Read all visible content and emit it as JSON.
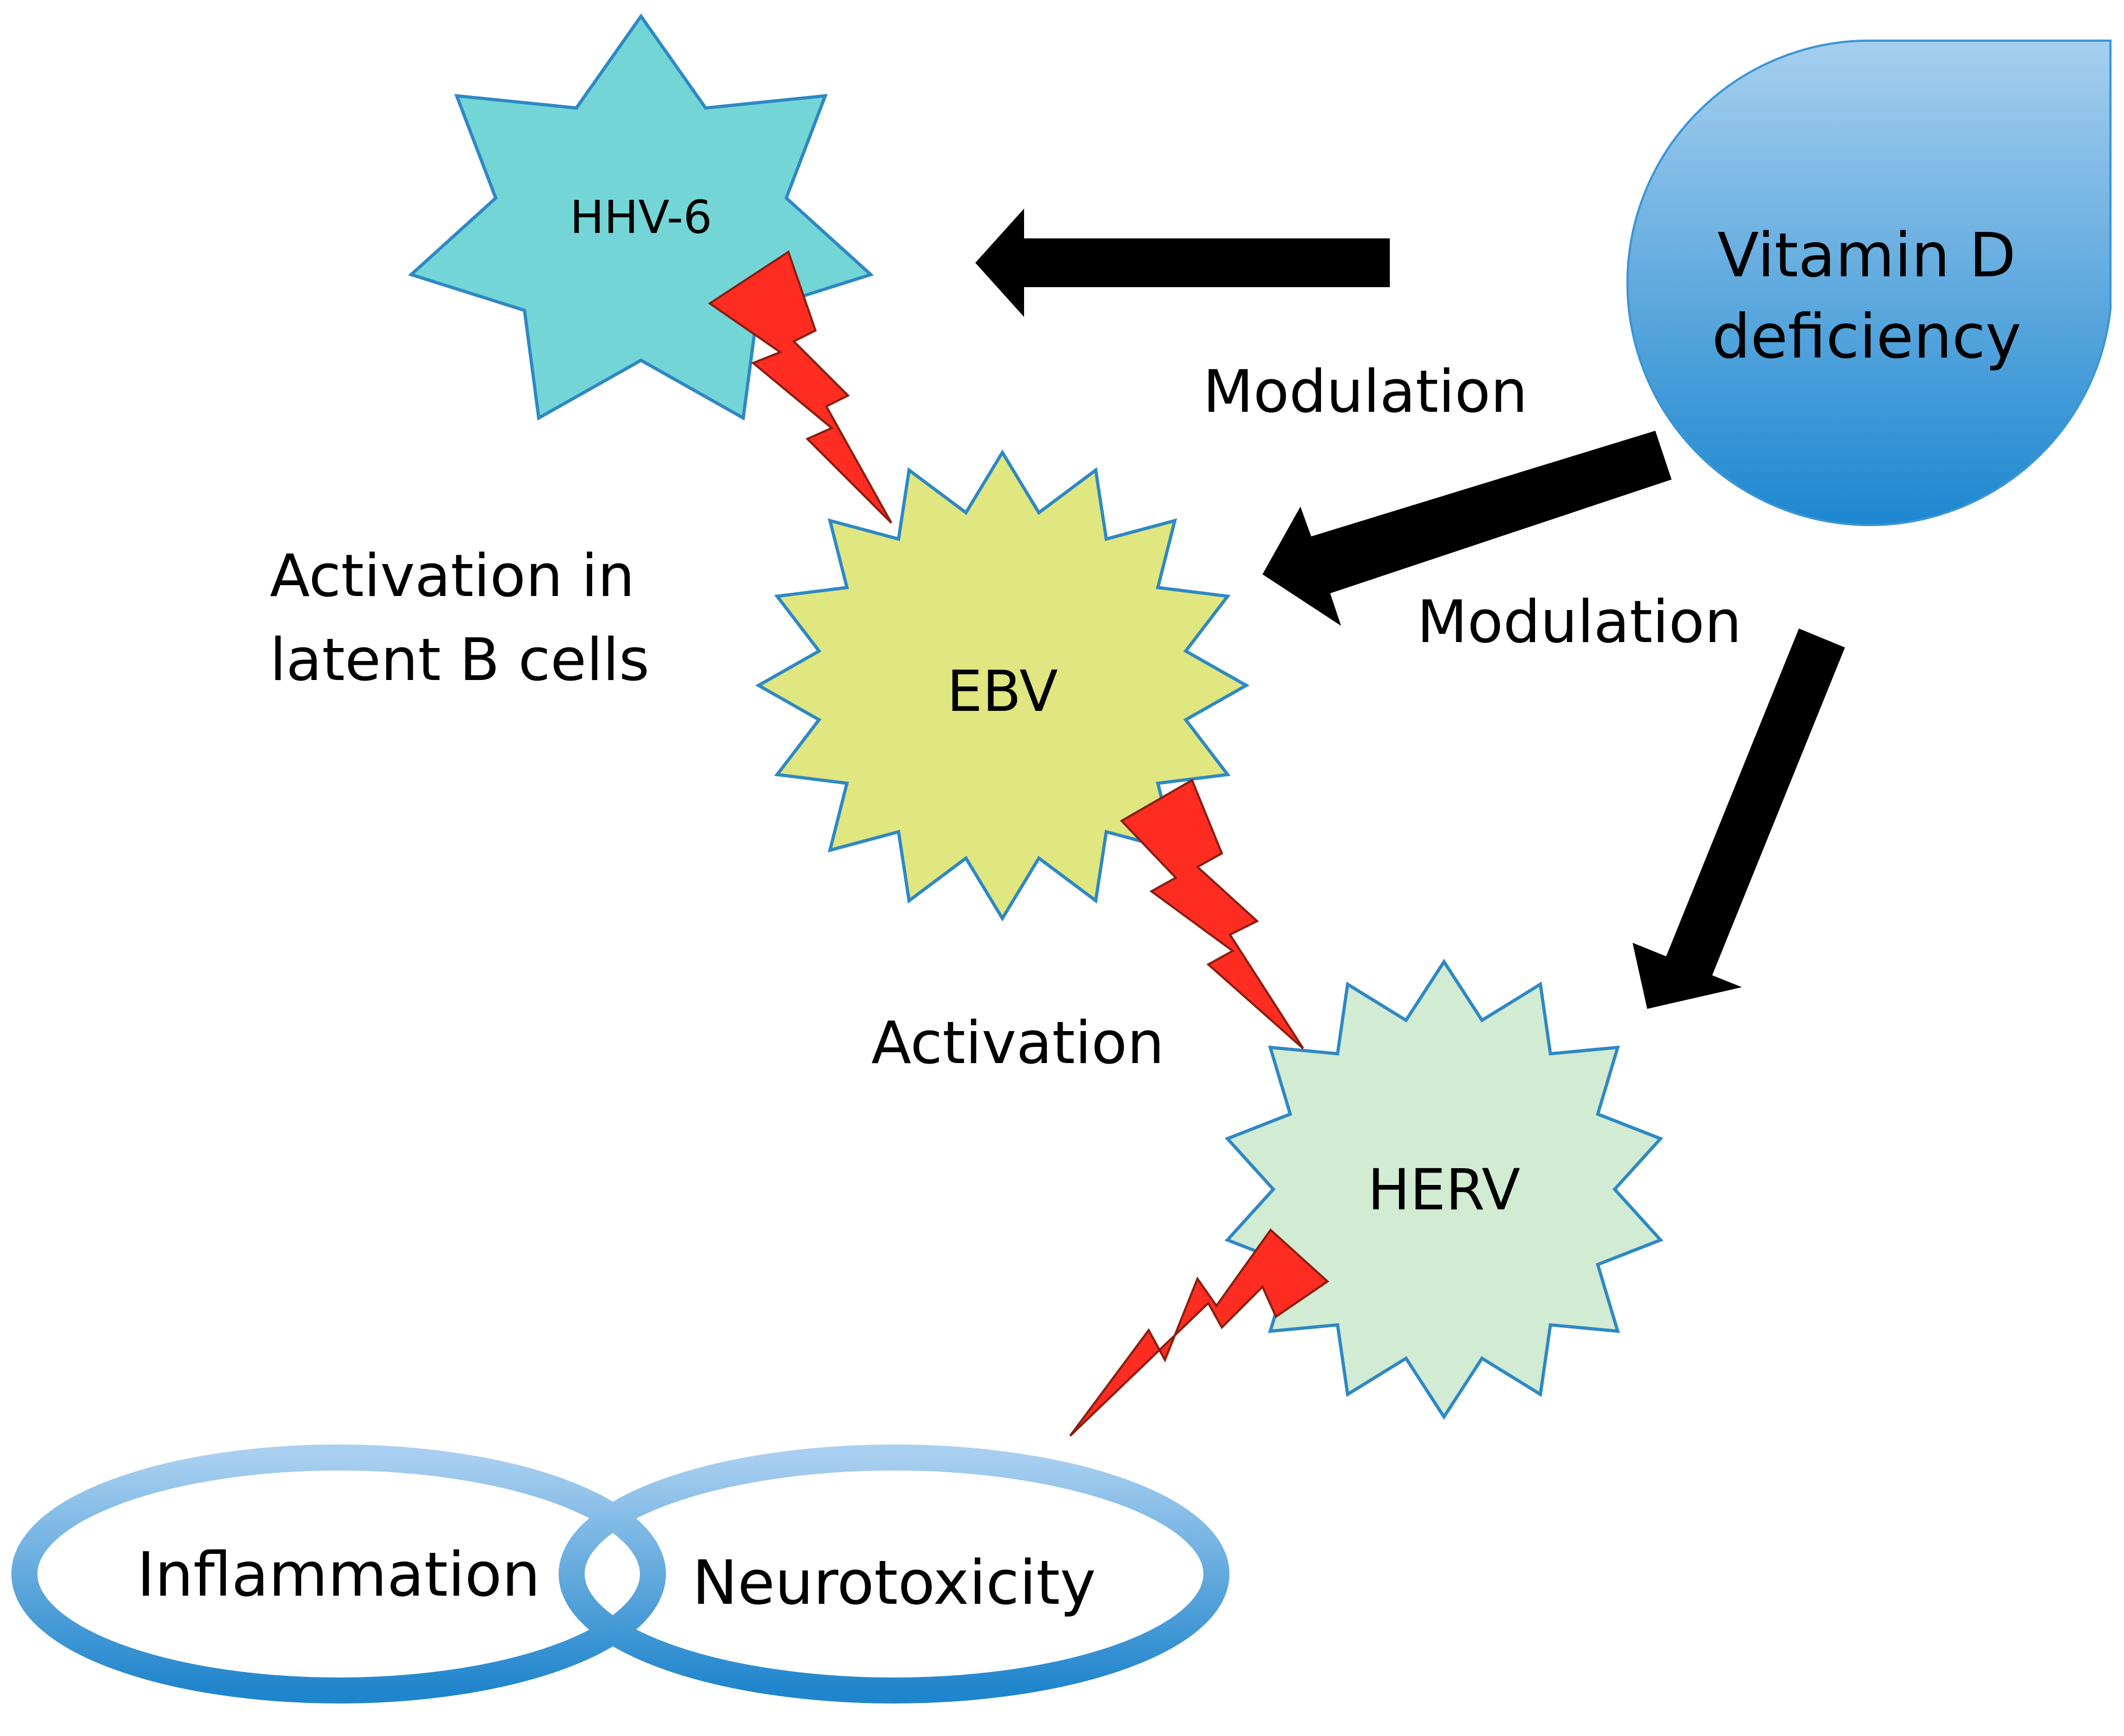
{
  "nodes": {
    "hhv6": {
      "label": "HHV-6",
      "fill": "#74d5d6",
      "stroke": "#2e88c4"
    },
    "ebv": {
      "label": "EBV",
      "fill": "#e0e680",
      "stroke": "#2e88c4"
    },
    "herv": {
      "label": "HERV",
      "fill": "#d2ebd3",
      "stroke": "#2e88c4"
    },
    "vitamin_d": {
      "line1": "Vitamin D",
      "line2": "deficiency",
      "fill_top": "#9bc8ec",
      "fill_bottom": "#2e8fd2"
    },
    "inflammation": {
      "label": "Inflammation"
    },
    "neurotoxicity": {
      "label": "Neurotoxicity"
    }
  },
  "labels": {
    "modulation_top": "Modulation",
    "modulation_mid": "Modulation",
    "activation_latent_line1": "Activation in",
    "activation_latent_line2": "latent B cells",
    "activation": "Activation"
  },
  "colors": {
    "arrow": "#000000",
    "lightning": "#ff2d21",
    "ring_light": "#a4cbef",
    "ring_dark": "#2f8bcc"
  }
}
